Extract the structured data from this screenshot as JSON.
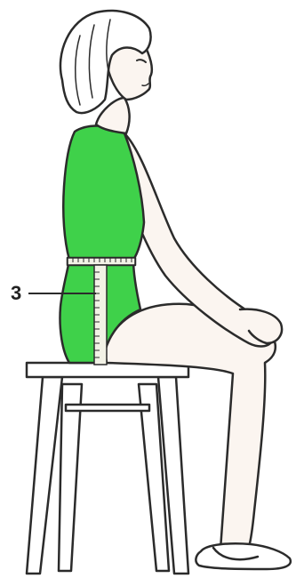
{
  "annotation": {
    "label": "3"
  },
  "colors": {
    "garment": "#3fd14a",
    "skin": "#fbf5f0",
    "outline": "#2b2b2b",
    "tape": "#f2f2e6",
    "stool": "#ffffff"
  },
  "icons": {
    "figure": "seated-woman-illustration",
    "stool": "stool-illustration",
    "tape": "measuring-tape-icon"
  }
}
